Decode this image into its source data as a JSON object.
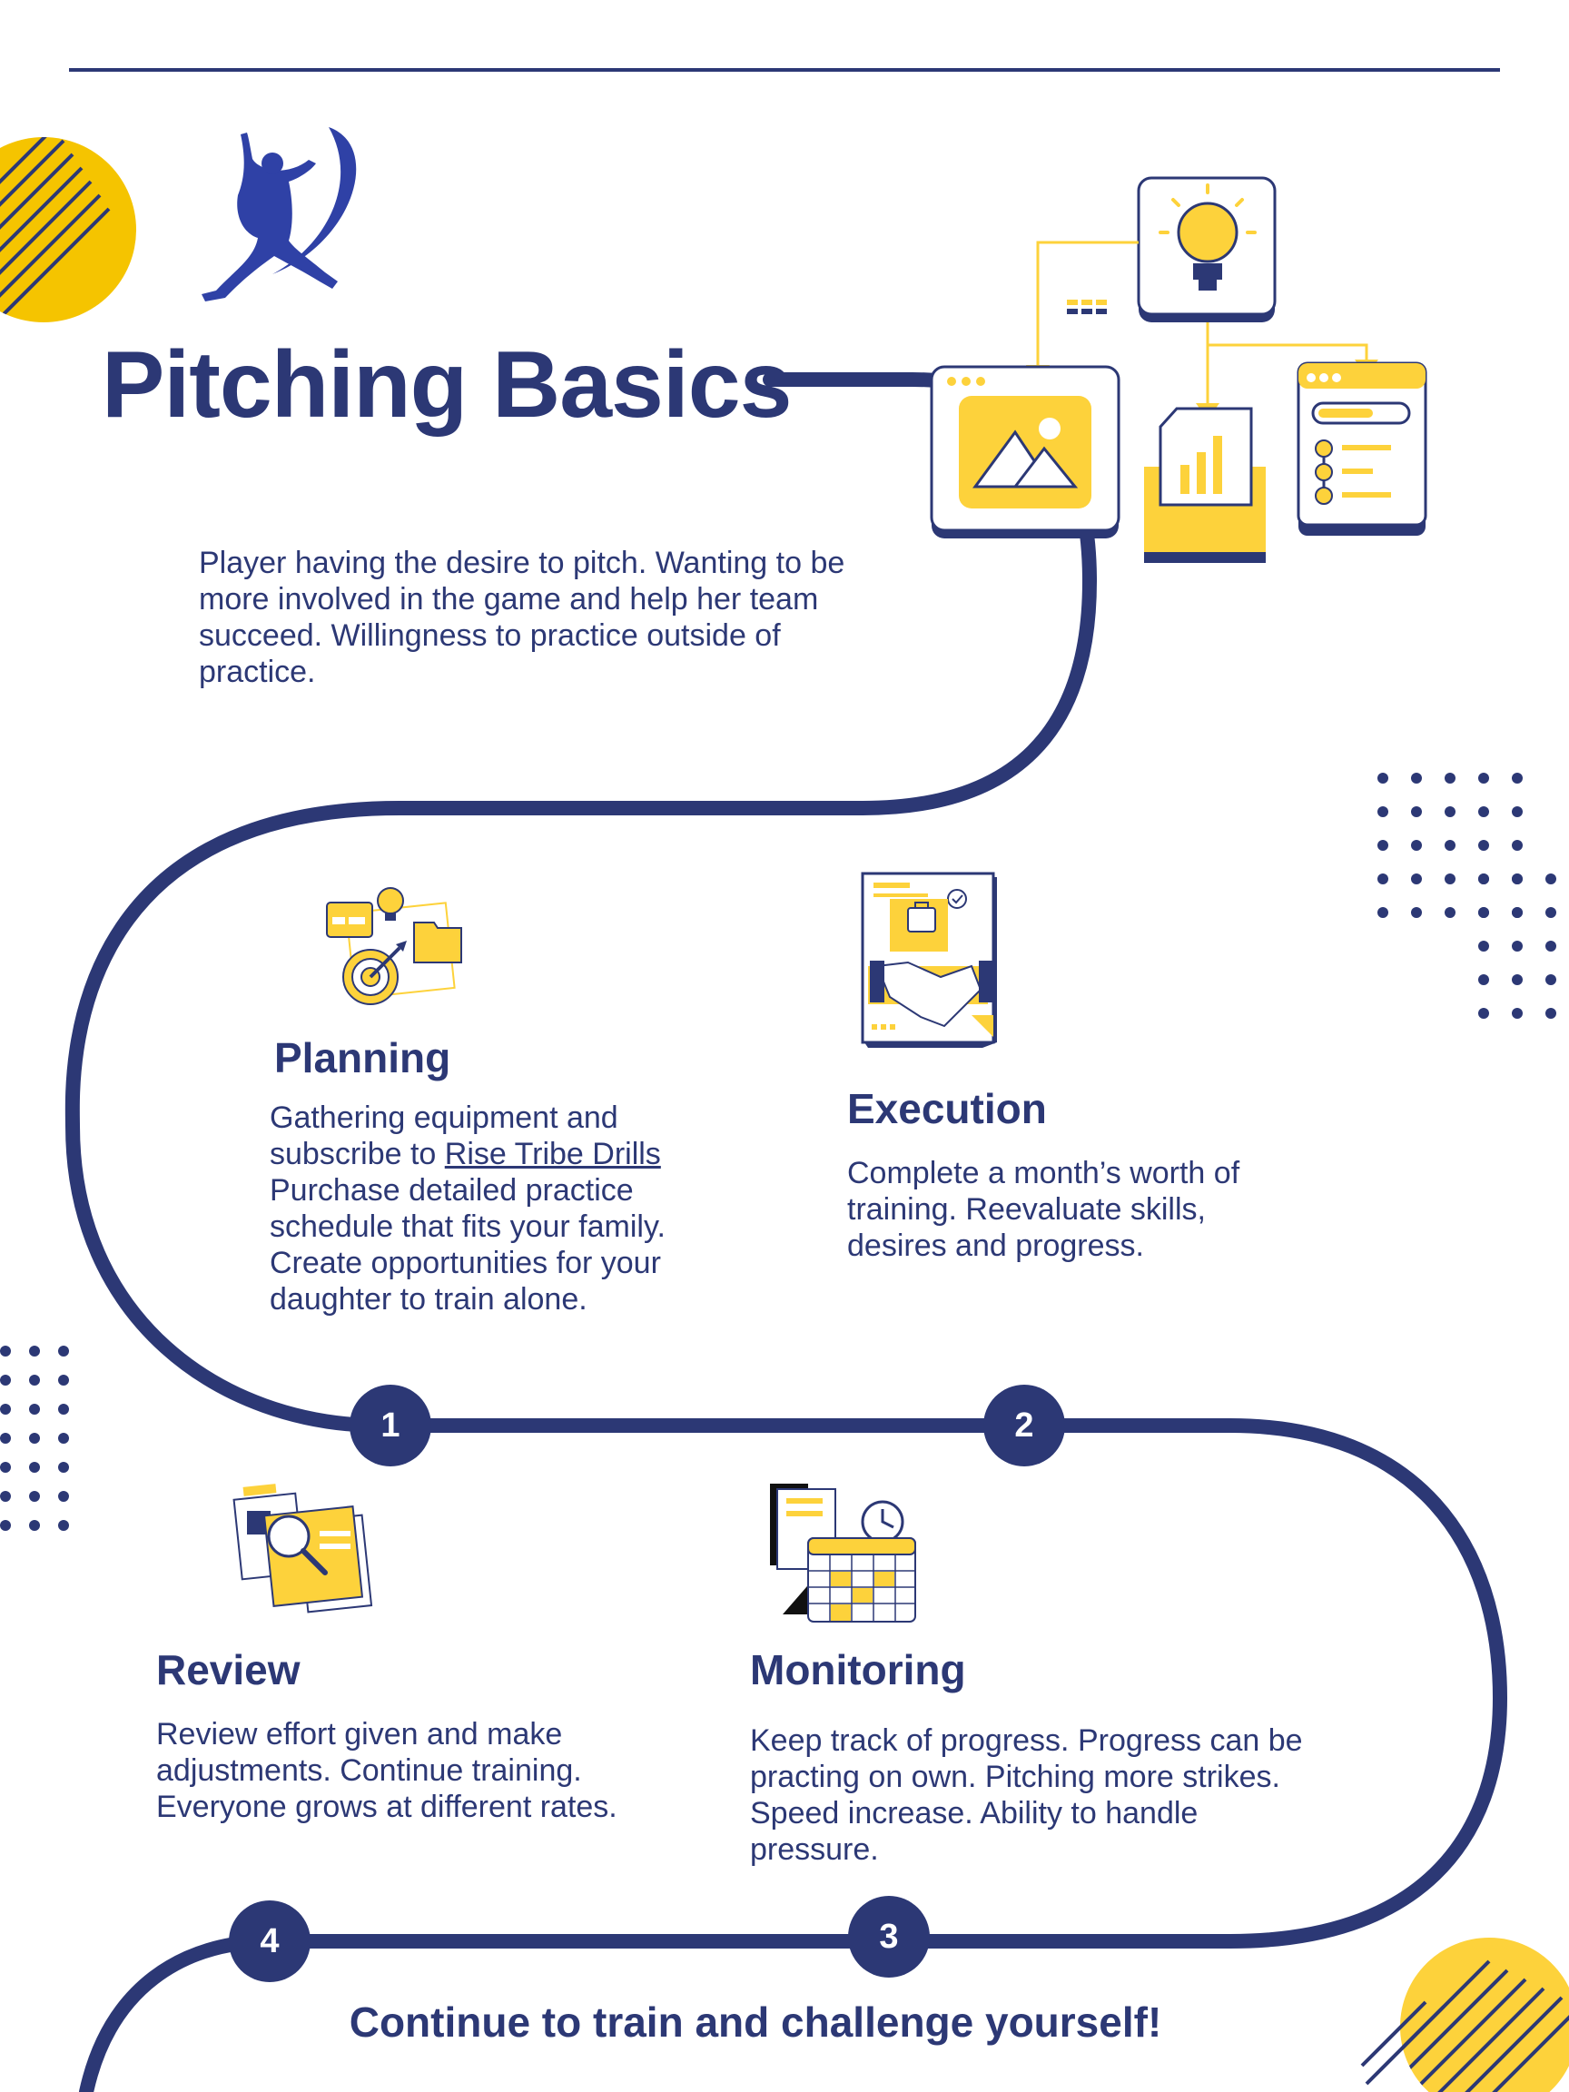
{
  "title": "Pitching Basics",
  "intro": "Player having the desire to pitch. Wanting to be more involved in the game and  help her team succeed. Willingness to practice outside of practice.",
  "steps": [
    {
      "number": "1",
      "heading": "Planning",
      "text_before_link": "Gathering equipment and subscribe to ",
      "link": "Rise Tribe Drills",
      "text_after_link": " Purchase detailed practice schedule that fits your family. Create opportunities for your daughter to train alone."
    },
    {
      "number": "2",
      "heading": "Execution",
      "text": "Complete a month’s worth of training. Reevaluate skills, desires and progress."
    },
    {
      "number": "3",
      "heading": "Monitoring",
      "text": "Keep track of progress. Progress can be practing on own. Pitching more strikes. Speed increase. Ability to handle pressure."
    },
    {
      "number": "4",
      "heading": "Review",
      "text": "Review effort given and make adjustments. Continue training. Everyone grows at different rates."
    }
  ],
  "footer": "Continue to train and challenge yourself!",
  "icons": [
    "pitcher-logo-icon",
    "lightbulb-icon",
    "image-card-icon",
    "chart-folder-icon",
    "list-card-icon",
    "planning-target-icon",
    "handshake-document-icon",
    "document-search-icon",
    "calendar-clock-icon"
  ],
  "colors": {
    "navy": "#2c3875",
    "yellow": "#fdd23b",
    "accent_yellow": "#f5c400",
    "white": "#ffffff"
  }
}
